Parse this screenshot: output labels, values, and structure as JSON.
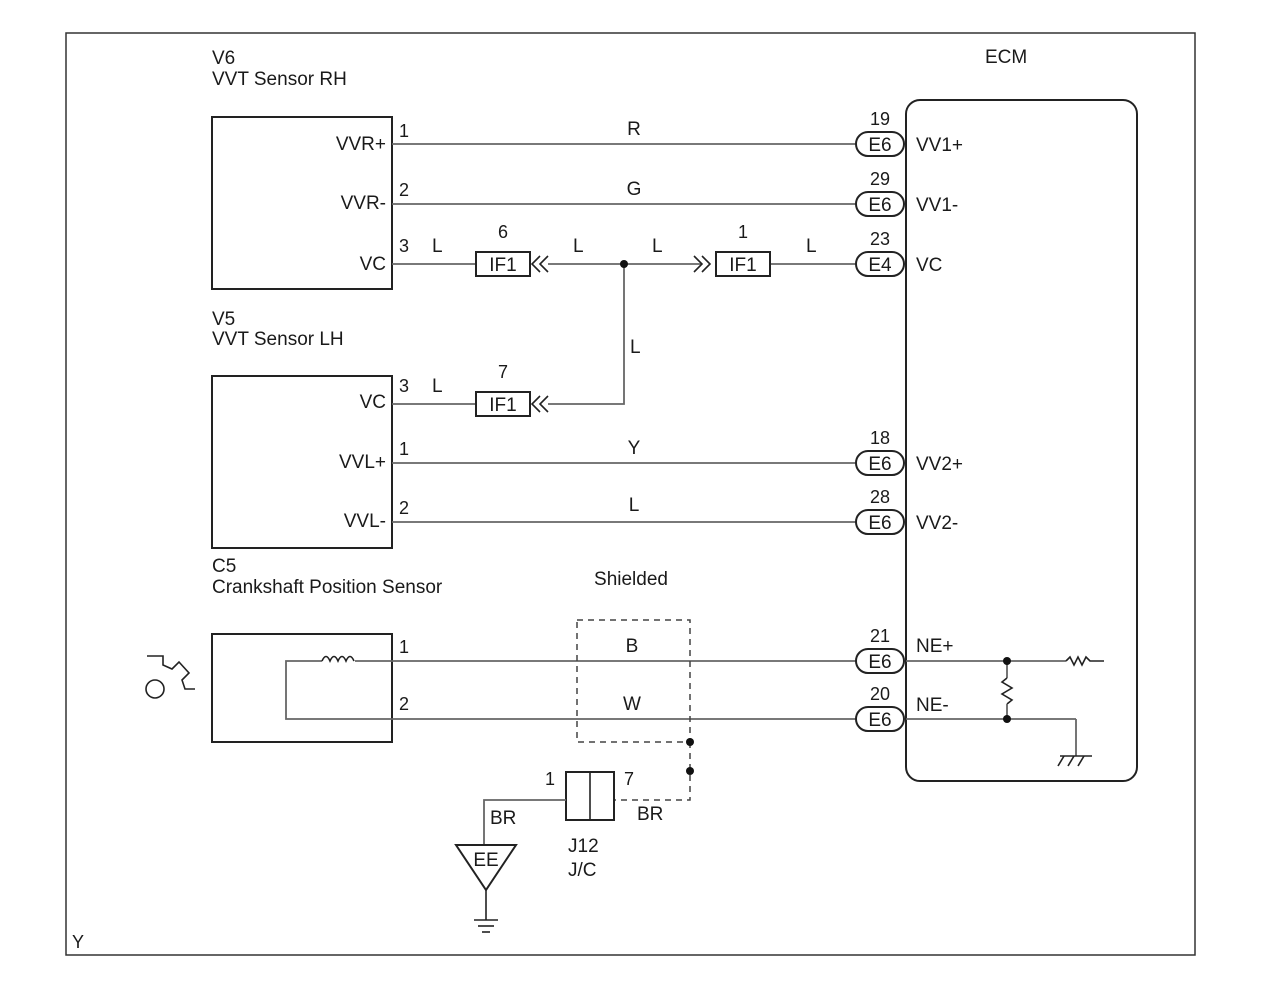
{
  "corner_mark": "Y",
  "ecm": {
    "title": "ECM"
  },
  "sensors": {
    "rh": {
      "id": "V6",
      "name": "VVT Sensor RH",
      "pins": [
        {
          "label": "VVR+",
          "pin": "1",
          "wire": "R",
          "ecm_conn": "E6",
          "ecm_pin": "19",
          "ecm_label": "VV1+"
        },
        {
          "label": "VVR-",
          "pin": "2",
          "wire": "G",
          "ecm_conn": "E6",
          "ecm_pin": "29",
          "ecm_label": "VV1-"
        },
        {
          "label": "VC",
          "pin": "3",
          "wire": "L",
          "ecm_conn": "E4",
          "ecm_pin": "23",
          "ecm_label": "VC"
        }
      ]
    },
    "lh": {
      "id": "V5",
      "name": "VVT Sensor LH",
      "pins": [
        {
          "label": "VC",
          "pin": "3",
          "wire": "L"
        },
        {
          "label": "VVL+",
          "pin": "1",
          "wire": "Y",
          "ecm_conn": "E6",
          "ecm_pin": "18",
          "ecm_label": "VV2+"
        },
        {
          "label": "VVL-",
          "pin": "2",
          "wire": "L",
          "ecm_conn": "E6",
          "ecm_pin": "28",
          "ecm_label": "VV2-"
        }
      ]
    },
    "crank": {
      "id": "C5",
      "name": "Crankshaft Position Sensor",
      "pins": [
        {
          "pin": "1",
          "wire": "B",
          "ecm_conn": "E6",
          "ecm_pin": "21",
          "ecm_label": "NE+"
        },
        {
          "pin": "2",
          "wire": "W",
          "ecm_conn": "E6",
          "ecm_pin": "20",
          "ecm_label": "NE-"
        }
      ]
    }
  },
  "if1": {
    "name": "IF1",
    "pin_rh_side": "6",
    "pin_ecm_side": "1",
    "pin_lh_side": "7",
    "wire_labels": [
      "L",
      "L",
      "L",
      "L",
      "L"
    ]
  },
  "shield": {
    "label": "Shielded"
  },
  "junction": {
    "id": "J12",
    "type": "J/C",
    "pin_left": "1",
    "pin_right": "7",
    "wire_left": "BR",
    "wire_right": "BR"
  },
  "ground": {
    "label": "EE"
  }
}
